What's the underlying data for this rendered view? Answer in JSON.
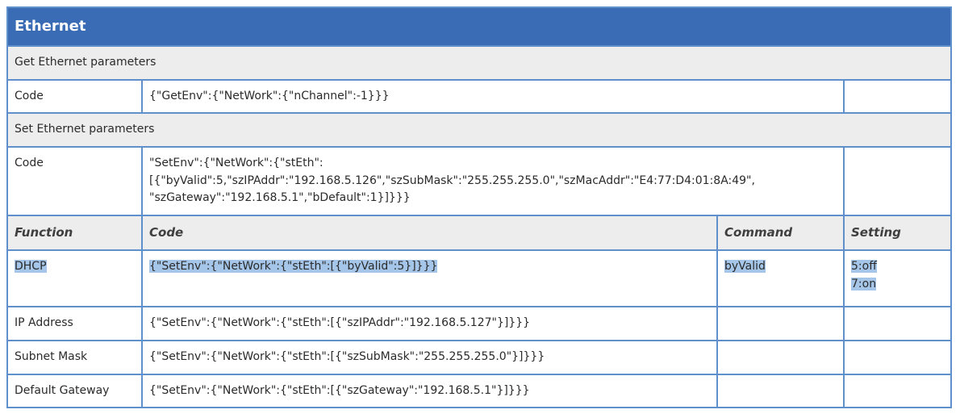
{
  "table": {
    "title": "Ethernet"
  },
  "get_section": {
    "heading": "Get Ethernet parameters",
    "code_label": "Code",
    "code": "{\"GetEnv\":{\"NetWork\":{\"nChannel\":-1}}}"
  },
  "set_section": {
    "heading": "Set Ethernet parameters",
    "code_label": "Code",
    "code": "\"SetEnv\":{\"NetWork\":{\"stEth\":\n[{\"byValid\":5,\"szIPAddr\":\"192.168.5.126\",\"szSubMask\":\"255.255.255.0\",\"szMacAddr\":\"E4:77:D4:01:8A:49\",\n\"szGateway\":\"192.168.5.1\",\"bDefault\":1}]}}}"
  },
  "columns": {
    "function": "Function",
    "code": "Code",
    "command": "Command",
    "setting": "Setting"
  },
  "rows": [
    {
      "function": "DHCP",
      "code": "{\"SetEnv\":{\"NetWork\":{\"stEth\":[{\"byValid\":5}]}}}",
      "command": "byValid",
      "setting": "5:off\n7:on",
      "highlighted": true
    },
    {
      "function": "IP Address",
      "code": "{\"SetEnv\":{\"NetWork\":{\"stEth\":[{\"szIPAddr\":\"192.168.5.127\"}]}}}",
      "command": "",
      "setting": "",
      "highlighted": false
    },
    {
      "function": "Subnet Mask",
      "code": "{\"SetEnv\":{\"NetWork\":{\"stEth\":[{\"szSubMask\":\"255.255.255.0\"}]}}}",
      "command": "",
      "setting": "",
      "highlighted": false
    },
    {
      "function": "Default Gateway",
      "code": "{\"SetEnv\":{\"NetWork\":{\"stEth\":[{\"szGateway\":\"192.168.5.1\"}]}}}",
      "command": "",
      "setting": "",
      "highlighted": false
    }
  ],
  "colors": {
    "header_bg": "#3a6cb5",
    "border": "#5f90cb",
    "section_bg": "#ededed",
    "selection": "#a5c6e8"
  }
}
